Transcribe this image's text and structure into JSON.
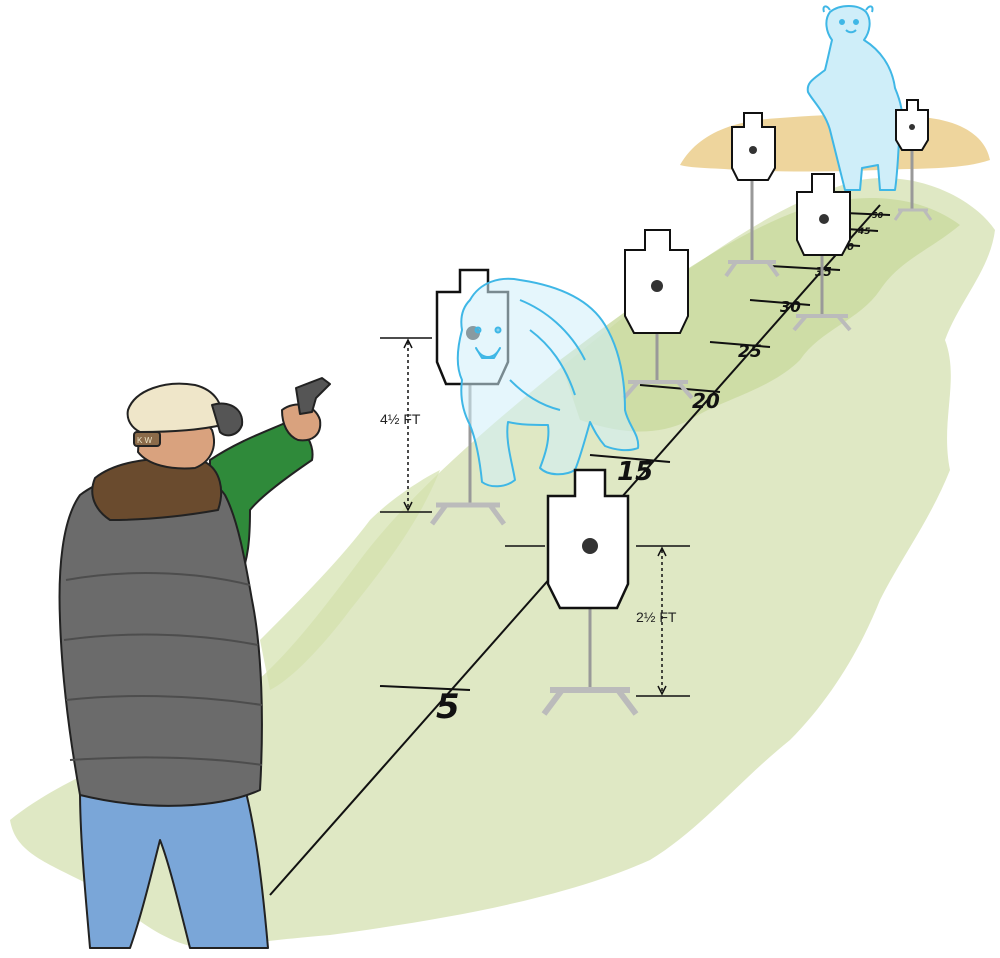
{
  "distances": [
    "5",
    "15",
    "20",
    "25",
    "30",
    "35",
    "40",
    "45",
    "50"
  ],
  "measurements": {
    "tall_target_height": "4½ FT",
    "short_target_height": "2½ FT"
  },
  "hat_patch": "K W",
  "colors": {
    "grass_light": "#dfe8c4",
    "grass_mid": "#c9da9f",
    "field_tall_grass": "#e8c77c",
    "bear_outline": "#3fb7e6",
    "bear_fill": "#cfeef9",
    "vest": "#6b6b6b",
    "shirt": "#2f8a3a",
    "cap": "#efe6c9",
    "jeans": "#7aa6d8",
    "target_dot": "#333333"
  }
}
